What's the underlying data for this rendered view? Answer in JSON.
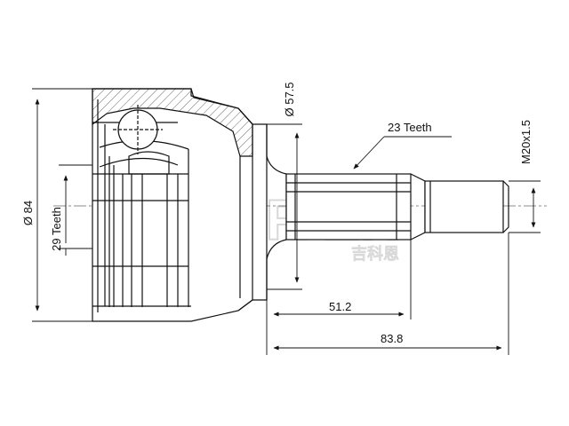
{
  "drawing": {
    "labels": {
      "outer_diameter": "Ø 84",
      "inner_teeth": "29 Teeth",
      "seal_diameter": "Ø 57.5",
      "outer_teeth": "23 Teeth",
      "thread": "M20x1.5",
      "spline_length": "51.2",
      "total_length": "83.8"
    },
    "watermark": {
      "brand": "GKER EN",
      "chinese": "吉科恩"
    }
  }
}
